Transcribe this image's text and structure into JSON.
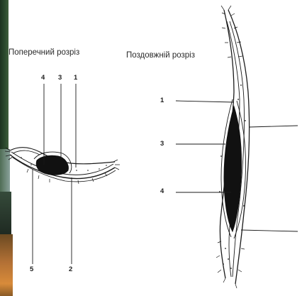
{
  "cross_section": {
    "title": "Поперечний розріз",
    "labels": {
      "n4": "4",
      "n3": "3",
      "n1": "1",
      "n5": "5",
      "n2": "2"
    }
  },
  "longitudinal_section": {
    "title": "Поздовжній розріз",
    "labels": {
      "n1": "1",
      "n3": "3",
      "n4": "4"
    }
  },
  "colors": {
    "ink": "#1a1a1a",
    "paper": "#ffffff"
  }
}
